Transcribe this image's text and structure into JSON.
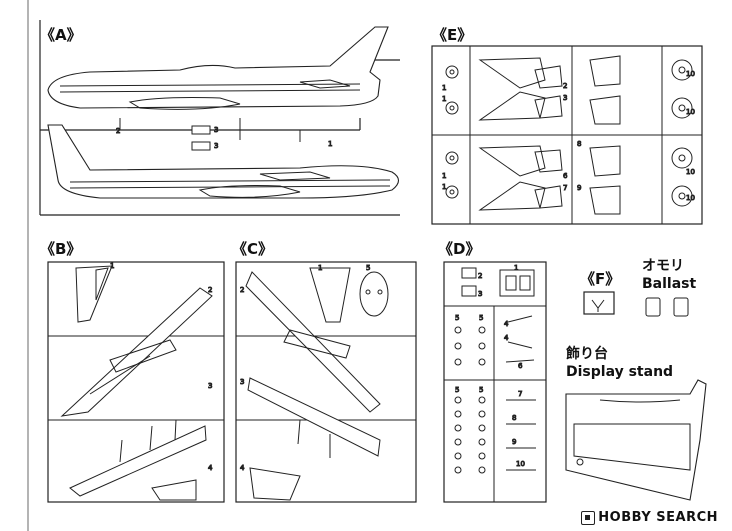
{
  "labels": {
    "A": "《A》",
    "B": "《B》",
    "C": "《C》",
    "D": "《D》",
    "E": "《E》",
    "F": "《F》"
  },
  "ballast": {
    "ja": "オモリ",
    "en": "Ballast"
  },
  "stand": {
    "ja": "飾り台",
    "en": "Display stand"
  },
  "watermark": "HOBBY SEARCH",
  "part_numbers": {
    "A": [
      "1",
      "2",
      "3",
      "3"
    ],
    "B": [
      "1",
      "2",
      "3",
      "4"
    ],
    "C": [
      "1",
      "2",
      "3",
      "4",
      "5"
    ],
    "D": [
      "1",
      "2",
      "3",
      "4",
      "4",
      "5",
      "5",
      "5",
      "5",
      "6",
      "7",
      "8",
      "9",
      "10"
    ],
    "E": [
      "1",
      "1",
      "1",
      "1",
      "2",
      "3",
      "6",
      "7",
      "8",
      "9",
      "10",
      "10",
      "10",
      "10"
    ]
  }
}
